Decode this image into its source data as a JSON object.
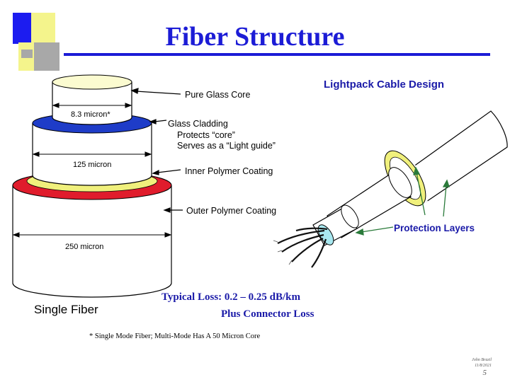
{
  "slide": {
    "title": "Fiber Structure",
    "title_color": "#1c1cd6",
    "accent_colors": {
      "deco_blue": "#1c1cf0",
      "deco_yellow": "#f4f48c",
      "deco_gray": "#a8a8a8",
      "cladding_blue": "#1e3cc8",
      "coating_yellow": "#f0f07c",
      "coating_red": "#e01c2c"
    }
  },
  "diagram": {
    "single_fiber": {
      "caption": "Single Fiber",
      "labels": {
        "core": "Pure Glass Core",
        "core_size": "8.3 micron*",
        "cladding_1": "Glass Cladding",
        "cladding_2": "Protects “core”",
        "cladding_3": "Serves as a “Light guide”",
        "cladding_size": "125 micron",
        "inner_coating": "Inner Polymer Coating",
        "outer_coating": "Outer Polymer Coating",
        "outer_size": "250 micron"
      }
    },
    "lightpack": {
      "heading": "Lightpack Cable Design",
      "protection_label": "Protection Layers"
    }
  },
  "loss": {
    "line1": "Typical Loss: 0.2 – 0.25 dB/km",
    "line2": "Plus Connector Loss"
  },
  "footnote": "* Single Mode Fiber; Multi-Mode Has A 50 Micron Core",
  "footer": {
    "author": "John Brazil",
    "date": "11/8/2021",
    "page": "5"
  }
}
